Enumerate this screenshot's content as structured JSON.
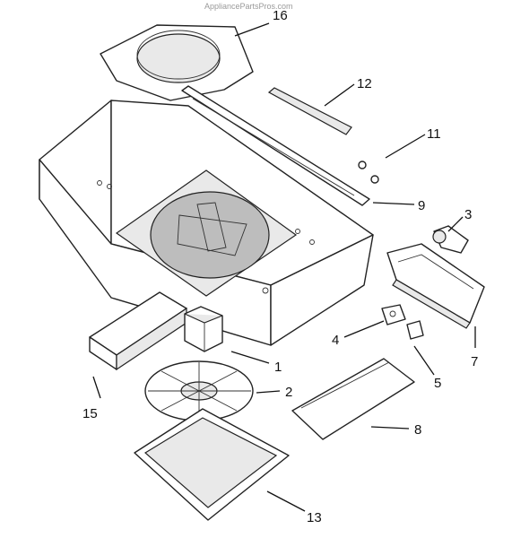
{
  "watermark": "AppliancePartsPros.com",
  "callouts": {
    "c1": "1",
    "c2": "2",
    "c3": "3",
    "c4": "4",
    "c5": "5",
    "c7": "7",
    "c8": "8",
    "c9": "9",
    "c11": "11",
    "c12": "12",
    "c13": "13",
    "c15": "15",
    "c16": "16"
  }
}
